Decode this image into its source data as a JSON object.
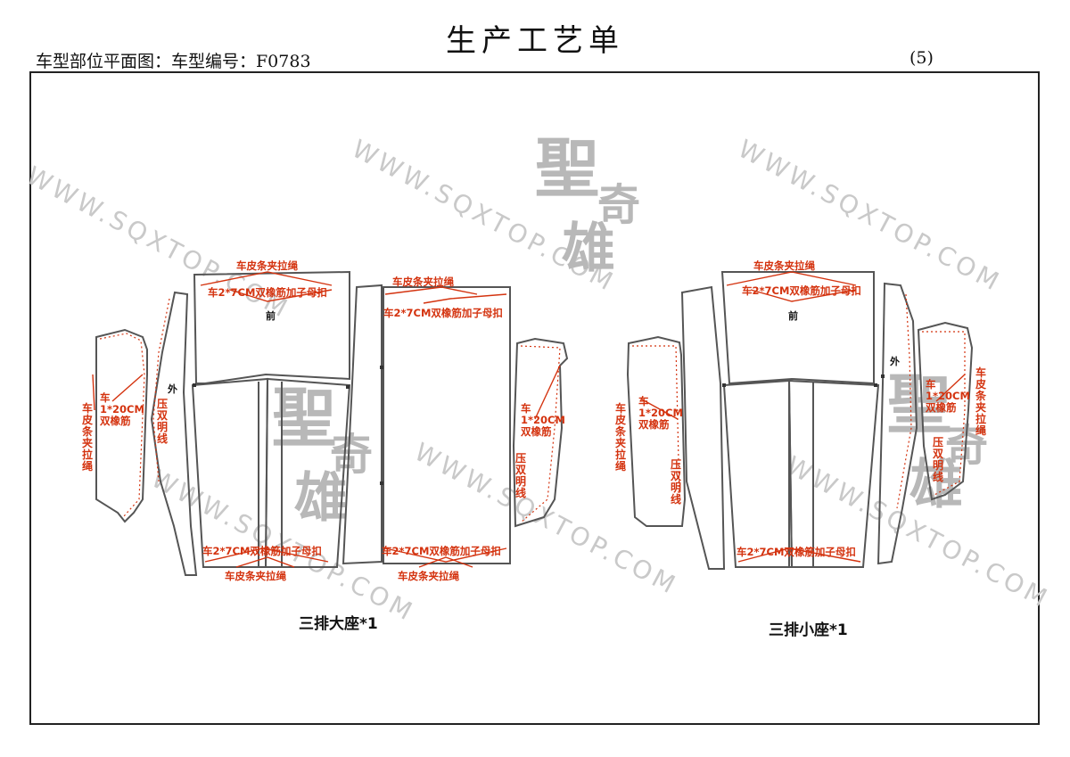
{
  "header": {
    "title": "生产工艺单",
    "subtitle": "车型部位平面图：车型编号：F0783",
    "page_number": "(5)"
  },
  "watermark": {
    "url_text": "WWW.SQXTOP.COM",
    "seal_chars": [
      "聖",
      "奇",
      "雄"
    ]
  },
  "left_pattern": {
    "caption": "三排大座*1",
    "front_mark": "前",
    "outer_mark": "外",
    "top_edge_label": "车皮条夹拉绳",
    "top_elastic_label": "车2*7CM双橡筋加子母扣",
    "right_top_edge_label": "车皮条夹拉绳",
    "right_top_elastic_label": "车2*7CM双橡筋加子母扣",
    "bottom_elastic_label_left": "车2*7CM双橡筋加子母扣",
    "bottom_edge_label_left": "车皮条夹拉绳",
    "bottom_elastic_label_right": "车2*7CM双橡筋加子母扣",
    "bottom_edge_label_right": "车皮条夹拉绳",
    "side_edge_label": "车皮条夹拉绳",
    "side_elastic_label_a": "车",
    "side_elastic_label_b": "1*20CM",
    "side_elastic_label_c": "双橡筋",
    "stitch_label": "压双明线",
    "right_elastic_a": "车",
    "right_elastic_b": "1*20CM",
    "right_elastic_c": "双橡筋",
    "right_stitch_label": "压双明线"
  },
  "right_pattern": {
    "caption": "三排小座*1",
    "front_mark": "前",
    "outer_mark": "外",
    "top_edge_label": "车皮条夹拉绳",
    "top_elastic_label": "车2*7CM双橡筋加子母扣",
    "bottom_elastic_label": "车2*7CM双橡筋加子母扣",
    "left_edge_label": "车皮条夹拉绳",
    "left_elastic_a": "车",
    "left_elastic_b": "1*20CM",
    "left_elastic_c": "双橡筋",
    "left_stitch_label": "压双明线",
    "right_edge_label": "车皮条夹拉绳",
    "right_elastic_a": "车",
    "right_elastic_b": "1*20CM",
    "right_elastic_c": "双橡筋",
    "right_stitch_label": "压双明线"
  },
  "colors": {
    "annotation": "#d4330f",
    "outline": "#555555",
    "watermark": "#c9c9c9"
  }
}
